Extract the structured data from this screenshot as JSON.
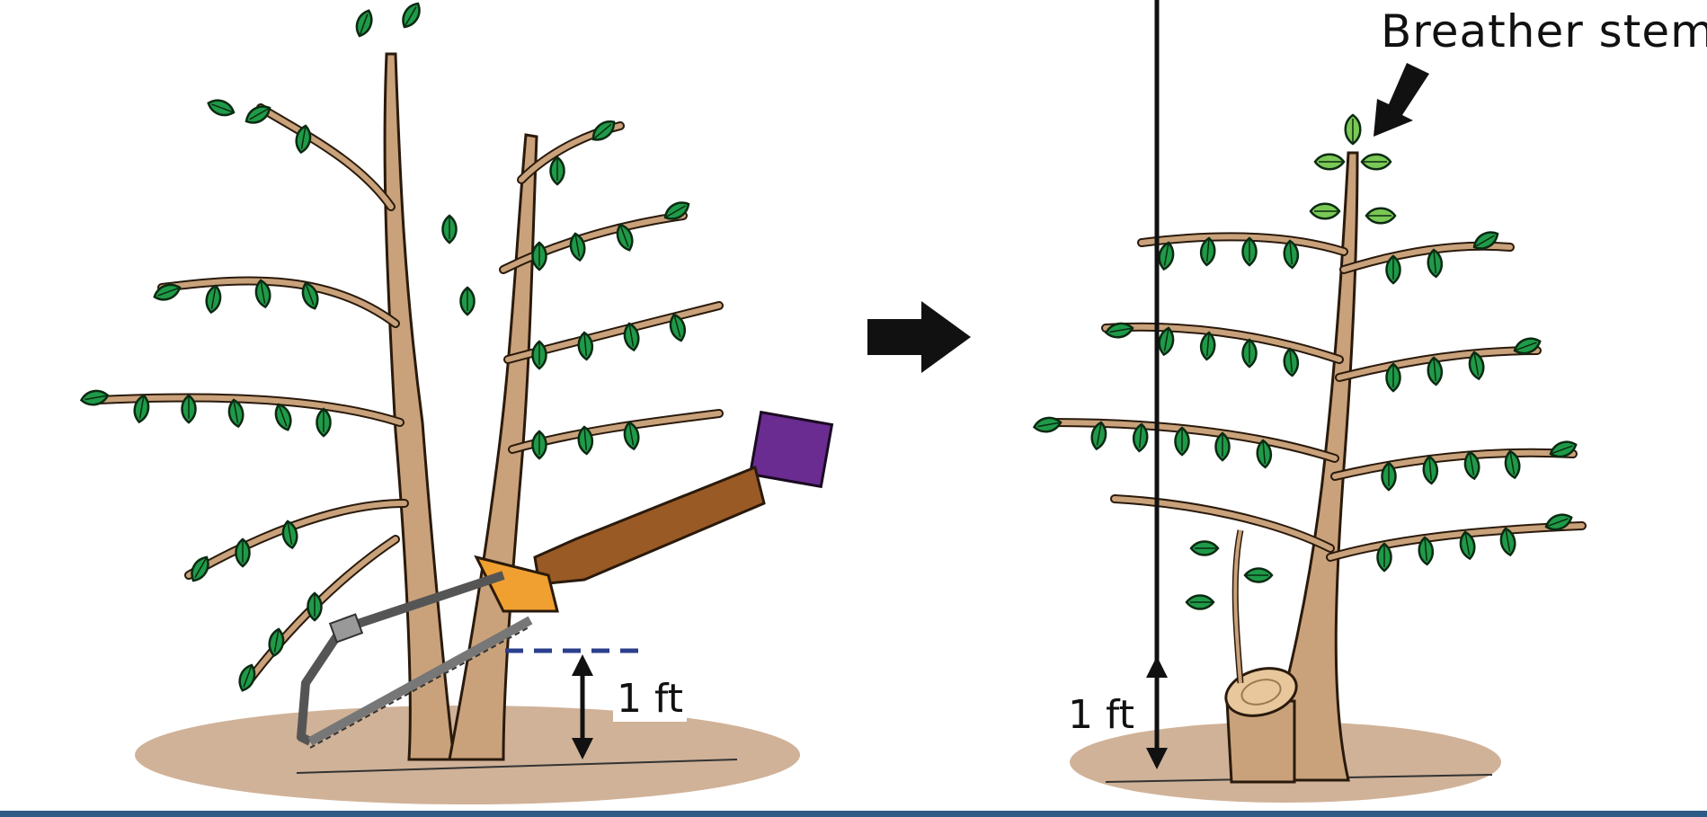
{
  "annotations": {
    "breather_stem_label": "Breather stem",
    "height_left": "1 ft",
    "height_right": "1 ft"
  },
  "colors": {
    "leaf": "#1f9a48",
    "leaf_light": "#7ac855",
    "trunk": "#c9a27b",
    "ground": "#c8a486",
    "sleeve": "#6a2c91",
    "arm": "#9a5a25",
    "saw_handle": "#f0a030",
    "cut_line": "#2b3f8c"
  },
  "icons": [
    "tree-before-icon",
    "tree-after-icon",
    "saw-icon",
    "arrow-right-icon",
    "arrow-down-icon",
    "double-arrow-icon"
  ]
}
